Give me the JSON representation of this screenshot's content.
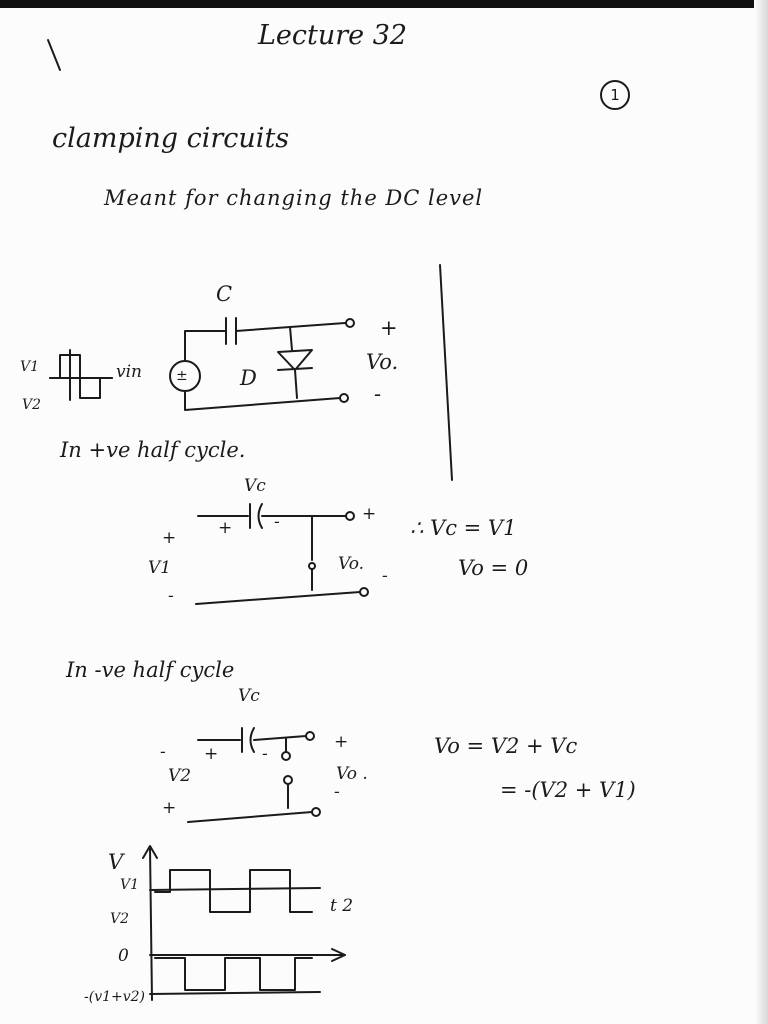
{
  "header": {
    "title": "Lecture 32",
    "page_number": "1"
  },
  "heading": "clamping circuits",
  "subheading": "Meant for changing the DC level",
  "circuit1": {
    "cap_label": "C",
    "source_label": "vin",
    "source_sign": "±",
    "diode_label": "D",
    "v1_label": "V1",
    "v2_label": "V2",
    "plus": "+",
    "minus": "-",
    "out_label": "Vo."
  },
  "positive_half": {
    "title": "In +ve half cycle.",
    "vc_label": "Vc",
    "v_label": "V1",
    "out_label": "Vo.",
    "eq1": "∴ Vc = V1",
    "eq2": "Vo = 0"
  },
  "negative_half": {
    "title": "In -ve half cycle",
    "vc_label": "Vc",
    "v_label": "V2",
    "out_label": "Vo .",
    "eq1": "Vo = V2 + Vc",
    "eq2": "= -(V2 + V1)"
  },
  "waveform": {
    "axis_label": "V",
    "v1_label": "V1",
    "v2_label": "V2",
    "zero_label": "0",
    "t_label": "t 2",
    "bottom_label": "-(v1+v2)"
  }
}
